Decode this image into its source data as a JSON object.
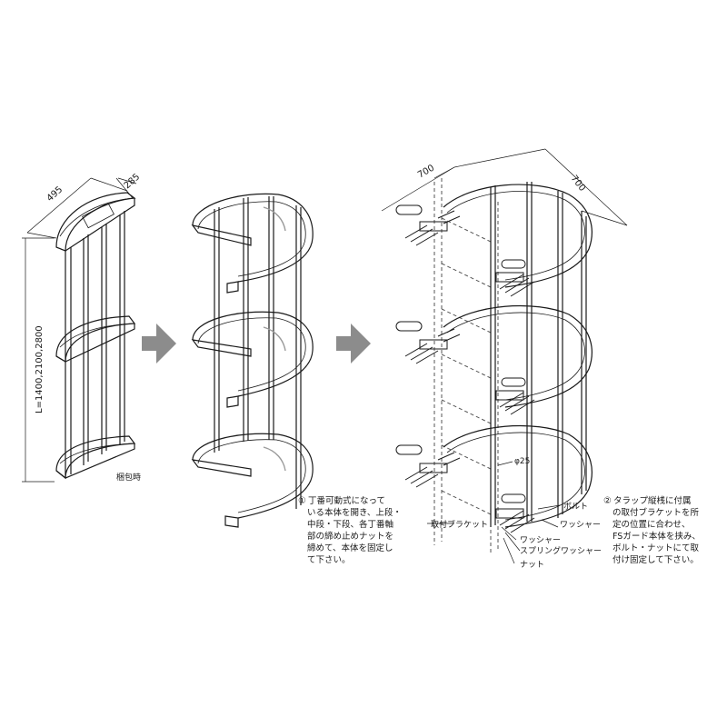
{
  "dimensions": {
    "depth_small": "495",
    "width_small": "285",
    "height": "L=1400,2100,2800",
    "width_left": "700",
    "width_right": "700",
    "pipe_dia": "φ25"
  },
  "labels": {
    "packed": "梱包時",
    "bracket": "取付ブラケット",
    "bolt": "ボルト",
    "washer_right": "ワッシャー",
    "washer": "ワッシャー",
    "spring_washer": "スプリングワッシャー",
    "nut": "ナット"
  },
  "notes": {
    "step1": {
      "number": "①",
      "lines": [
        "丁番可動式になって",
        "いる本体を開き、上段・",
        "中段・下段、各丁番軸",
        "部の締め止めナットを",
        "締めて、本体を固定し",
        "て下さい。"
      ]
    },
    "step2": {
      "number": "②",
      "lines": [
        "タラップ縦桟に付属",
        "の取付ブラケットを所",
        "定の位置に合わせ、",
        "FSガード本体を挟み、",
        "ボルト・ナットにて取",
        "付け固定して下さい。"
      ]
    }
  },
  "colors": {
    "line": "#1a1a1a",
    "arrow": "#8c8c8c",
    "dashed": "#555555"
  }
}
